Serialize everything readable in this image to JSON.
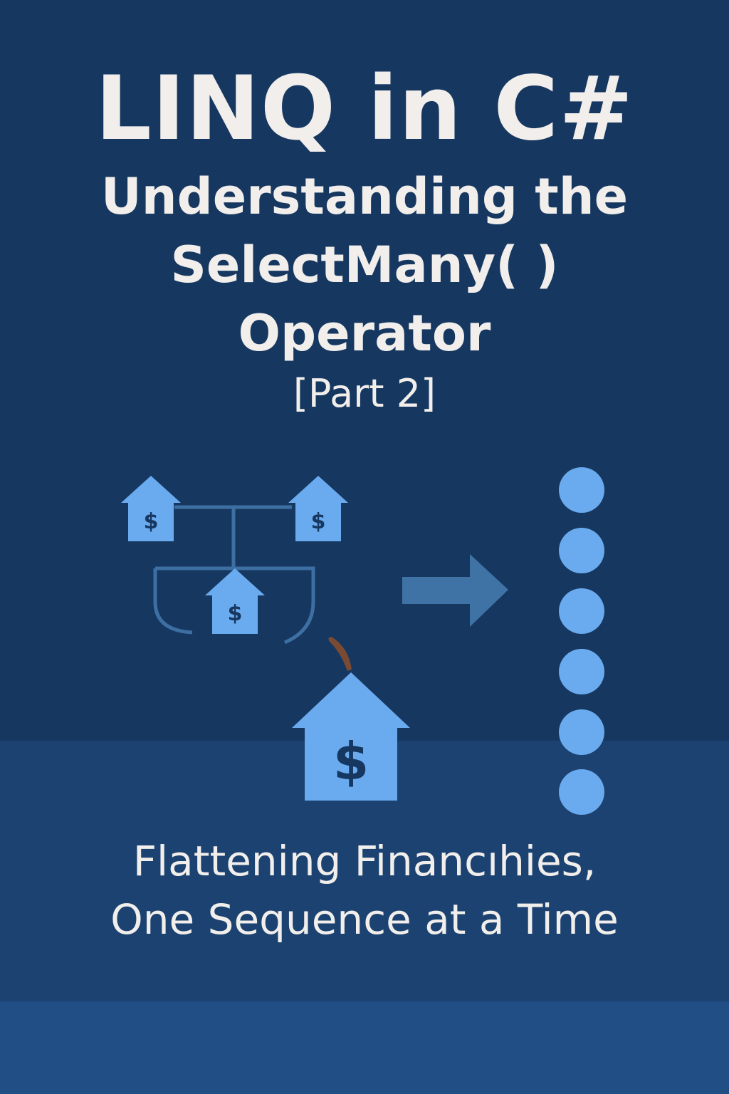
{
  "title": {
    "main": "LINQ in C#",
    "line1": "Understanding the",
    "line2": "SelectMany( )",
    "line3": "Operator",
    "part": "[Part 2]"
  },
  "tagline": {
    "line1": "Flattening Financıhies,",
    "line2": "One Sequence at a Time"
  },
  "icons": {
    "house": "house-dollar-icon",
    "arrow": "arrow-right-icon",
    "dot": "sequence-dot-icon",
    "dollar_glyph": "$"
  },
  "colors": {
    "background_top": "#163760",
    "background_mid": "#1b4270",
    "background_bottom": "#214f85",
    "text": "#f1eeeb",
    "icon_fill": "#6aabf0",
    "icon_glyph": "#163760",
    "connector": "#3d6fa3",
    "arrow": "#3f72a5",
    "stem": "#7a4a32"
  }
}
